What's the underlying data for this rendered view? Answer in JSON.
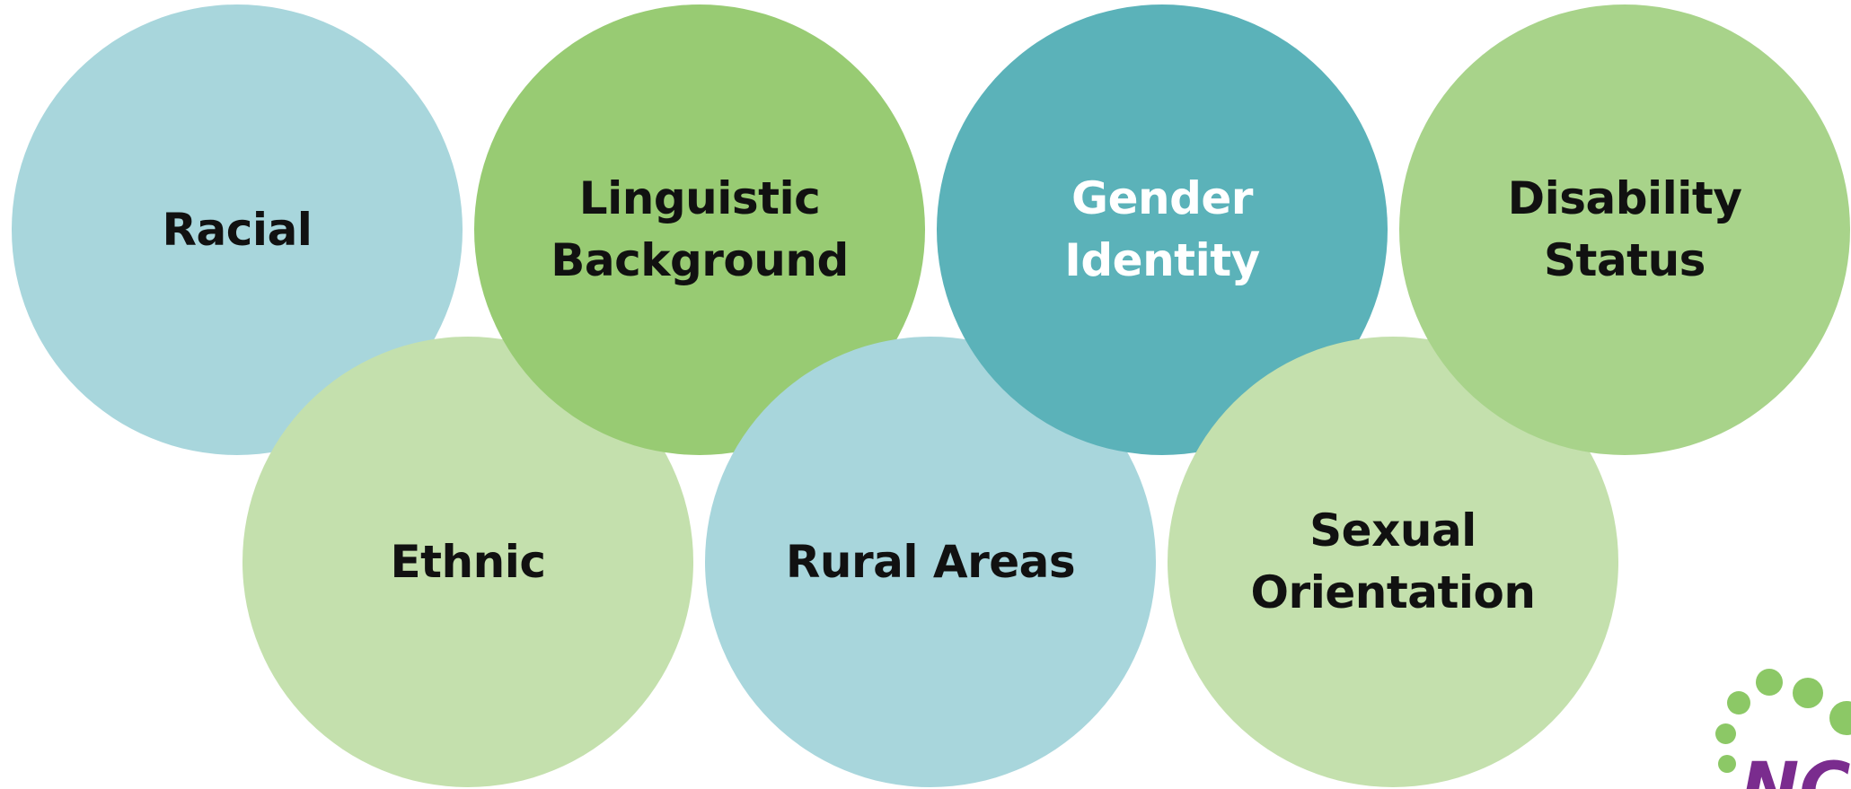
{
  "colors": {
    "light_blue": "#a8d6dc",
    "medium_green": "#98cb73",
    "teal": "#5bb2b9",
    "soft_green": "#a8d38a",
    "pale_green": "#c4e0ad",
    "dark_text": "#111111",
    "white_text": "#ffffff",
    "logo_green": "#8cc866",
    "logo_purple": "#7a2c8e"
  },
  "circles": {
    "racial": {
      "label": "Racial",
      "fill": "#a8d6dc",
      "text_color": "#111111"
    },
    "linguistic": {
      "label": "Linguistic\nBackground",
      "fill": "#98cb73",
      "text_color": "#111111"
    },
    "gender": {
      "label": "Gender\nIdentity",
      "fill": "#5bb2b9",
      "text_color": "#ffffff"
    },
    "disability": {
      "label": "Disability\nStatus",
      "fill": "#a8d38a",
      "text_color": "#111111"
    },
    "ethnic": {
      "label": "Ethnic",
      "fill": "#c4e0ad",
      "text_color": "#111111"
    },
    "rural": {
      "label": "Rural Areas",
      "fill": "#a8d6dc",
      "text_color": "#111111"
    },
    "sexual": {
      "label": "Sexual\nOrientation",
      "fill": "#c4e0ad",
      "text_color": "#111111"
    }
  },
  "logo": {
    "mark": "NC"
  }
}
